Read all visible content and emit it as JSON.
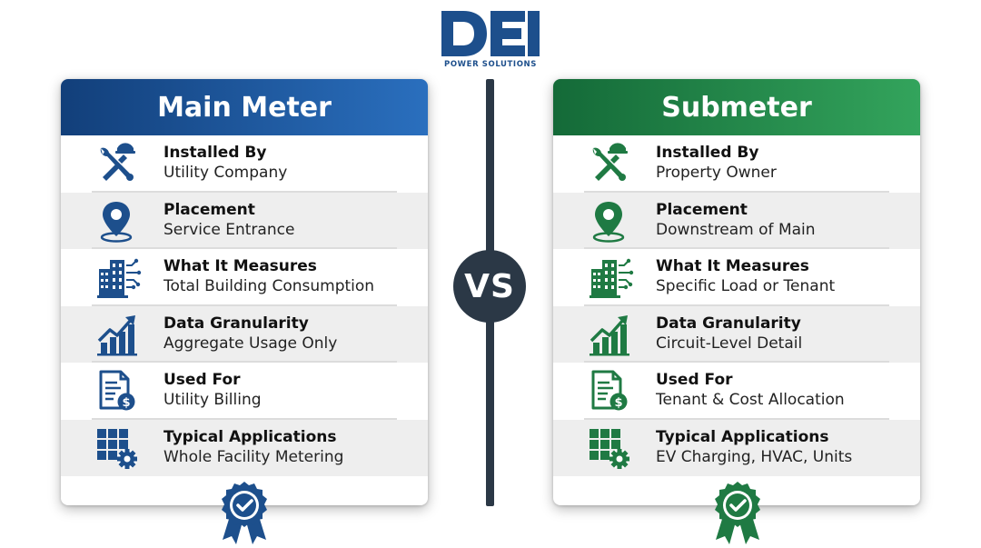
{
  "logo": {
    "mark": "DEI",
    "subtitle": "POWER SOLUTIONS",
    "color": "#1d4f8c"
  },
  "vs_label": "VS",
  "colors": {
    "blue": "#1d4f8c",
    "green": "#1f7a43",
    "dark": "#2b3846"
  },
  "main_meter": {
    "title": "Main Meter",
    "rows": [
      {
        "label": "Installed By",
        "value": "Utility Company",
        "icon": "tools-hardhat-icon"
      },
      {
        "label": "Placement",
        "value": "Service Entrance",
        "icon": "location-pin-icon"
      },
      {
        "label": "What It Measures",
        "value": "Total Building Consumption",
        "icon": "building-circuit-icon"
      },
      {
        "label": "Data Granularity",
        "value": "Aggregate Usage Only",
        "icon": "bar-chart-trend-icon"
      },
      {
        "label": "Used For",
        "value": "Utility Billing",
        "icon": "invoice-dollar-icon"
      },
      {
        "label": "Typical Applications",
        "value": "Whole Facility Metering",
        "icon": "grid-gear-icon"
      }
    ]
  },
  "submeter": {
    "title": "Submeter",
    "rows": [
      {
        "label": "Installed By",
        "value": "Property Owner",
        "icon": "tools-hardhat-icon"
      },
      {
        "label": "Placement",
        "value": "Downstream of Main",
        "icon": "location-pin-icon"
      },
      {
        "label": "What It Measures",
        "value": "Specific Load or Tenant",
        "icon": "building-circuit-icon"
      },
      {
        "label": "Data Granularity",
        "value": "Circuit-Level Detail",
        "icon": "bar-chart-trend-icon"
      },
      {
        "label": "Used For",
        "value": "Tenant & Cost Allocation",
        "icon": "invoice-dollar-icon"
      },
      {
        "label": "Typical Applications",
        "value": "EV Charging, HVAC, Units",
        "icon": "grid-gear-icon"
      }
    ]
  }
}
